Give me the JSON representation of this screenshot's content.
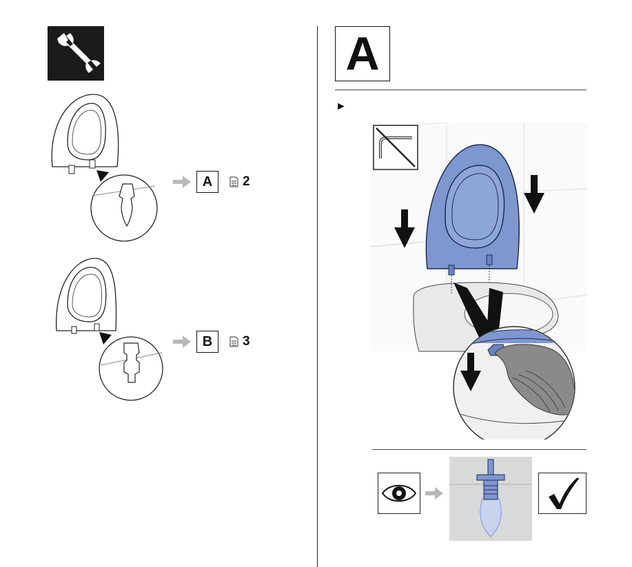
{
  "left": {
    "tool_icon": "wrench-icon",
    "option_a": {
      "letter": "A",
      "page_icon": "page-icon",
      "page": "2"
    },
    "option_b": {
      "letter": "B",
      "page_icon": "page-icon",
      "page": "3"
    }
  },
  "right": {
    "section_letter": "A",
    "step_marker": "►",
    "no_tool_icon": "no-allen-key-icon",
    "eye_icon": "eye-icon",
    "check_icon": "checkmark-icon"
  },
  "colors": {
    "accent_blue": "#7f97cf",
    "dark_tile": "#1a1a1a",
    "arrow_gray": "#b9b9b9"
  }
}
